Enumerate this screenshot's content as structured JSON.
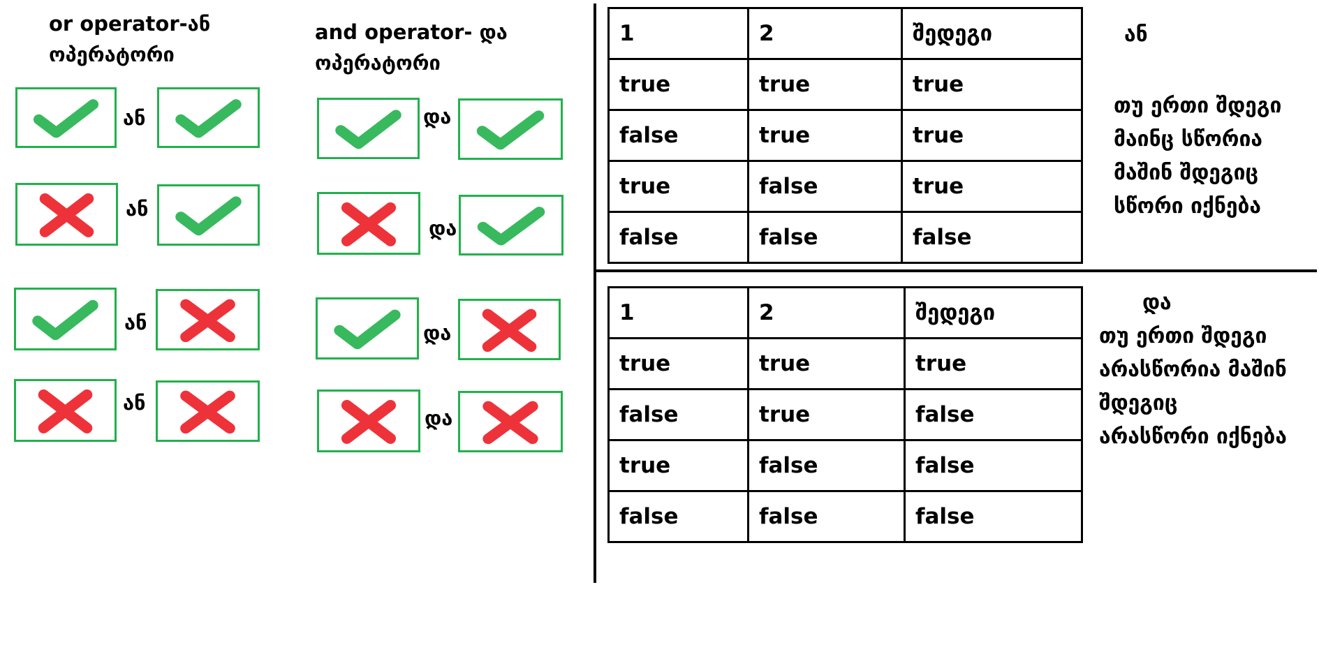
{
  "or_section": {
    "heading": "or operator-ან\nოპერატორი",
    "connector": "ან",
    "rows": [
      {
        "left": "check",
        "right": "check"
      },
      {
        "left": "cross",
        "right": "check"
      },
      {
        "left": "check",
        "right": "cross"
      },
      {
        "left": "cross",
        "right": "cross"
      }
    ]
  },
  "and_section": {
    "heading": "and operator- და\nოპერატორი",
    "connector": "და",
    "rows": [
      {
        "left": "check",
        "right": "check"
      },
      {
        "left": "cross",
        "right": "check"
      },
      {
        "left": "check",
        "right": "cross"
      },
      {
        "left": "cross",
        "right": "cross"
      }
    ]
  },
  "or_table": {
    "headers": [
      "1",
      "2",
      "შედეგი"
    ],
    "rows": [
      [
        "true",
        "true",
        "true"
      ],
      [
        "false",
        "true",
        "true"
      ],
      [
        "true",
        "false",
        "true"
      ],
      [
        "false",
        "false",
        "false"
      ]
    ],
    "title": "ან",
    "note": "თუ ერთი შდეგი\nმაინც სწორია\nმაშინ შდეგიც\nსწორი იქნება"
  },
  "and_table": {
    "headers": [
      "1",
      "2",
      "შედეგი"
    ],
    "rows": [
      [
        "true",
        "true",
        "true"
      ],
      [
        "false",
        "true",
        "false"
      ],
      [
        "true",
        "false",
        "false"
      ],
      [
        "false",
        "false",
        "false"
      ]
    ],
    "title": "და",
    "note": "თუ ერთი შდეგი\nარასწორია მაშინ\nშდეგიც\nარასწორი იქნება"
  },
  "colors": {
    "check": "#22b14c",
    "cross": "#ed1c24",
    "box_border": "#22b14c"
  }
}
